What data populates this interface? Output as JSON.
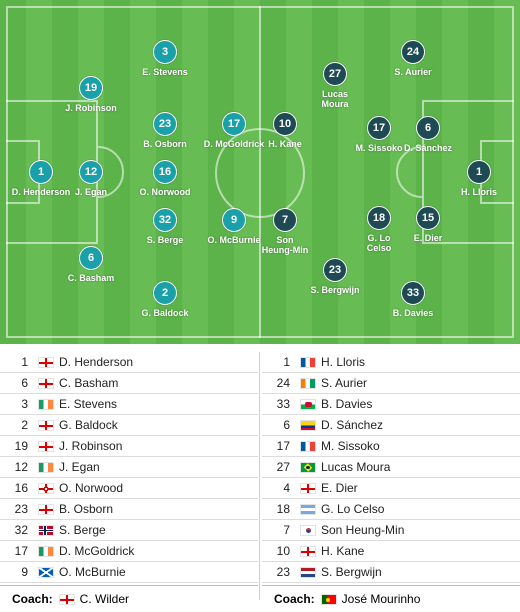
{
  "home_players": [
    {
      "number": "1",
      "name": "D. Henderson"
    },
    {
      "number": "12",
      "name": "J. Egan"
    },
    {
      "number": "19",
      "name": "J. Robinson"
    },
    {
      "number": "6",
      "name": "C. Basham"
    },
    {
      "number": "3",
      "name": "E. Stevens"
    },
    {
      "number": "23",
      "name": "B. Osborn"
    },
    {
      "number": "16",
      "name": "O. Norwood"
    },
    {
      "number": "32",
      "name": "S. Berge"
    },
    {
      "number": "2",
      "name": "G. Baldock"
    },
    {
      "number": "17",
      "name": "D. McGoldrick"
    },
    {
      "number": "9",
      "name": "O. McBurnie"
    }
  ],
  "away_players": [
    {
      "number": "10",
      "name": "H. Kane"
    },
    {
      "number": "7",
      "name": "Son Heung-Min"
    },
    {
      "number": "27",
      "name": "Lucas Moura"
    },
    {
      "number": "23",
      "name": "S. Bergwijn"
    },
    {
      "number": "24",
      "name": "S. Aurier"
    },
    {
      "number": "17",
      "name": "M. Sissoko"
    },
    {
      "number": "6",
      "name": "D. Sánchez"
    },
    {
      "number": "18",
      "name": "G. Lo Celso"
    },
    {
      "number": "15",
      "name": "E. Dier"
    },
    {
      "number": "33",
      "name": "B. Davies"
    },
    {
      "number": "1",
      "name": "H. Lloris"
    }
  ],
  "lineup_home": [
    {
      "number": "1",
      "name": "D. Henderson",
      "flag": "england"
    },
    {
      "number": "6",
      "name": "C. Basham",
      "flag": "england"
    },
    {
      "number": "3",
      "name": "E. Stevens",
      "flag": "ireland"
    },
    {
      "number": "2",
      "name": "G. Baldock",
      "flag": "england"
    },
    {
      "number": "19",
      "name": "J. Robinson",
      "flag": "england"
    },
    {
      "number": "12",
      "name": "J. Egan",
      "flag": "ireland"
    },
    {
      "number": "16",
      "name": "O. Norwood",
      "flag": "northern-ireland"
    },
    {
      "number": "23",
      "name": "B. Osborn",
      "flag": "england"
    },
    {
      "number": "32",
      "name": "S. Berge",
      "flag": "norway"
    },
    {
      "number": "17",
      "name": "D. McGoldrick",
      "flag": "ireland"
    },
    {
      "number": "9",
      "name": "O. McBurnie",
      "flag": "scotland"
    }
  ],
  "lineup_away": [
    {
      "number": "1",
      "name": "H. Lloris",
      "flag": "france"
    },
    {
      "number": "24",
      "name": "S. Aurier",
      "flag": "ivory-coast"
    },
    {
      "number": "33",
      "name": "B. Davies",
      "flag": "wales"
    },
    {
      "number": "6",
      "name": "D. Sánchez",
      "flag": "colombia"
    },
    {
      "number": "17",
      "name": "M. Sissoko",
      "flag": "france"
    },
    {
      "number": "27",
      "name": "Lucas Moura",
      "flag": "brazil"
    },
    {
      "number": "4",
      "name": "E. Dier",
      "flag": "england"
    },
    {
      "number": "18",
      "name": "G. Lo Celso",
      "flag": "argentina"
    },
    {
      "number": "7",
      "name": "Son Heung-Min",
      "flag": "south-korea"
    },
    {
      "number": "10",
      "name": "H. Kane",
      "flag": "england"
    },
    {
      "number": "23",
      "name": "S. Bergwijn",
      "flag": "netherlands"
    }
  ],
  "coach": {
    "label": "Coach:",
    "home_name": "C. Wilder",
    "home_flag": "england",
    "away_name": "José Mourinho",
    "away_flag": "portugal"
  },
  "colors": {
    "home": "#1aa0a8",
    "away": "#1d4a53",
    "pitch_light": "#67bd53",
    "pitch_dark": "#5cb34a"
  }
}
